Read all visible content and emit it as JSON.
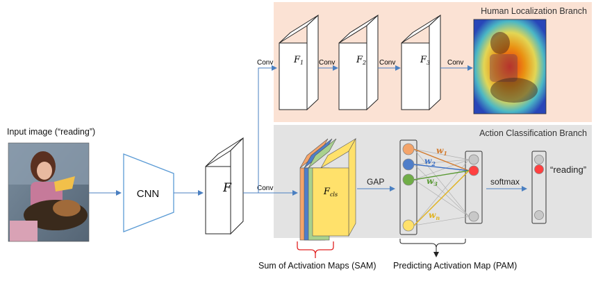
{
  "input": {
    "caption": "Input image (“reading”)"
  },
  "cnn": {
    "label": "CNN"
  },
  "feature": {
    "label": "F"
  },
  "conv_label": "Conv",
  "human_branch": {
    "title": "Human Localization Branch",
    "maps": [
      {
        "base": "F",
        "sub": "1"
      },
      {
        "base": "F",
        "sub": "2"
      },
      {
        "base": "F",
        "sub": "3"
      }
    ]
  },
  "action_branch": {
    "title": "Action Classification Branch",
    "cls_map": {
      "base": "F",
      "sub": "cls"
    },
    "gap_label": "GAP",
    "weights": [
      {
        "base": "w",
        "sub": "1",
        "color": "#d2792b"
      },
      {
        "base": "w",
        "sub": "2",
        "color": "#3a6fc4"
      },
      {
        "base": "w",
        "sub": "3",
        "color": "#5a9a34"
      },
      {
        "base": "w",
        "sub": "n",
        "color": "#e0b21c"
      }
    ],
    "softmax_label": "softmax",
    "output_label": "“reading”"
  },
  "annotations": {
    "sam": "Sum of Activation Maps (SAM)",
    "pam": "Predicting Activation Map (PAM)"
  },
  "colors": {
    "human_bg": "#fbe2d4",
    "action_bg": "#e3e3e3",
    "arrow": "#4a7fc1",
    "cnn_stroke": "#5b9bd5",
    "bracket_red": "#e02020",
    "node_orange": "#f4a46a",
    "node_blue": "#4f7ec9",
    "node_green": "#70ad47",
    "node_yellow": "#ffe16b",
    "node_red": "#ff4040",
    "node_gray": "#c8c8c8"
  }
}
